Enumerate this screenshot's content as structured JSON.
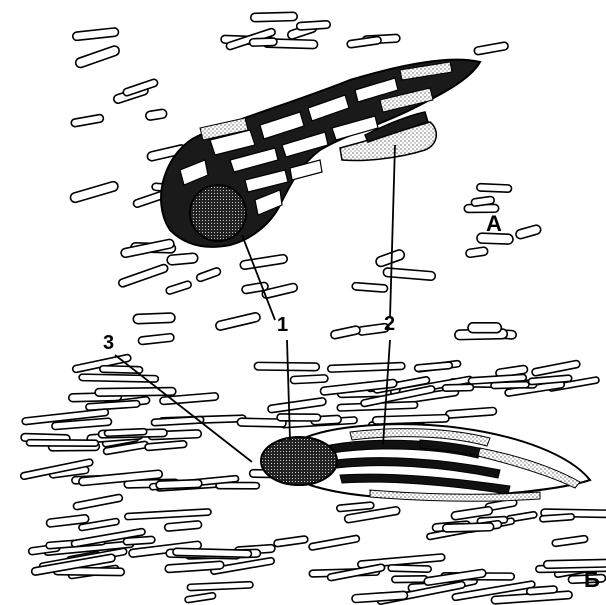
{
  "figure": {
    "panel_labels": {
      "top": "А",
      "bottom": "Б"
    },
    "callouts": {
      "one": "1",
      "two": "2",
      "three": "3"
    }
  }
}
